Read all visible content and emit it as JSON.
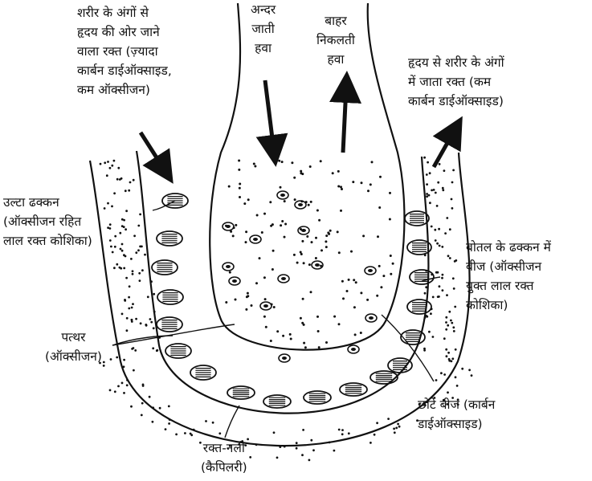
{
  "labels": {
    "deoxy_blood": [
      "शरीर के अंगों से",
      "हृदय की ओर जाने",
      "वाला रक्त (ज़्यादा",
      "कार्बन डाईऑक्साइड,",
      "कम ऑक्सीजन)"
    ],
    "air_in": [
      "अन्दर",
      "जाती",
      "हवा"
    ],
    "air_out": [
      "बाहर",
      "निकलती",
      "हवा"
    ],
    "oxy_blood": [
      "हृदय से शरीर के अंगों",
      "में जाता रक्त (कम",
      "कार्बन डाईऑक्साइड)"
    ],
    "deoxy_rbc": [
      "उल्टा ढक्कन",
      "(ऑक्सीजन रहित",
      "लाल रक्त कोशिका)"
    ],
    "oxy_rbc": [
      "बोतल के ढक्कन में",
      "बीज (ऑक्सीजन",
      "युक्त लाल रक्त",
      "कोशिका)"
    ],
    "oxygen": [
      "पत्थर",
      "(ऑक्सीजन)"
    ],
    "co2": [
      "छोटे बीज (कार्बन",
      "डाईऑक्साइड)"
    ],
    "capillary": [
      "रक्त-नली",
      "(कैपिलरी)"
    ]
  },
  "colors": {
    "ink": "#111111",
    "background": "#ffffff"
  }
}
